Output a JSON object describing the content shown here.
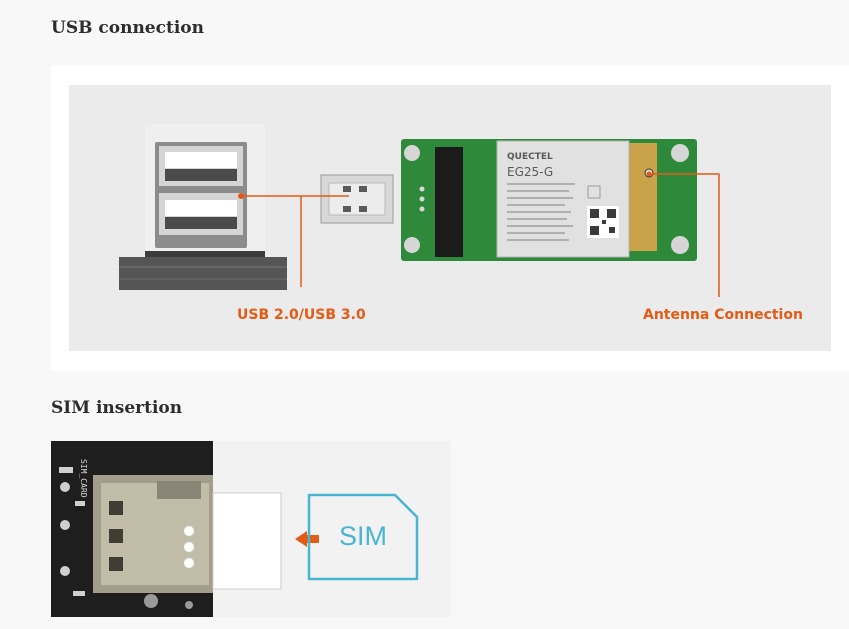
{
  "sections": {
    "usb": {
      "title": "USB connection",
      "callouts": {
        "usb": "USB 2.0/USB 3.0",
        "antenna": "Antenna Connection"
      },
      "module": {
        "brand": "QUECTEL",
        "model": "EG25-G"
      }
    },
    "sim": {
      "title": "SIM insertion",
      "board_label": "SIM_CARD",
      "card_label": "SIM"
    }
  },
  "colors": {
    "accent": "#e35b14",
    "heading": "#2d2d2d",
    "sim_outline": "#49b5d4",
    "pcb": "#2e8a3a"
  }
}
